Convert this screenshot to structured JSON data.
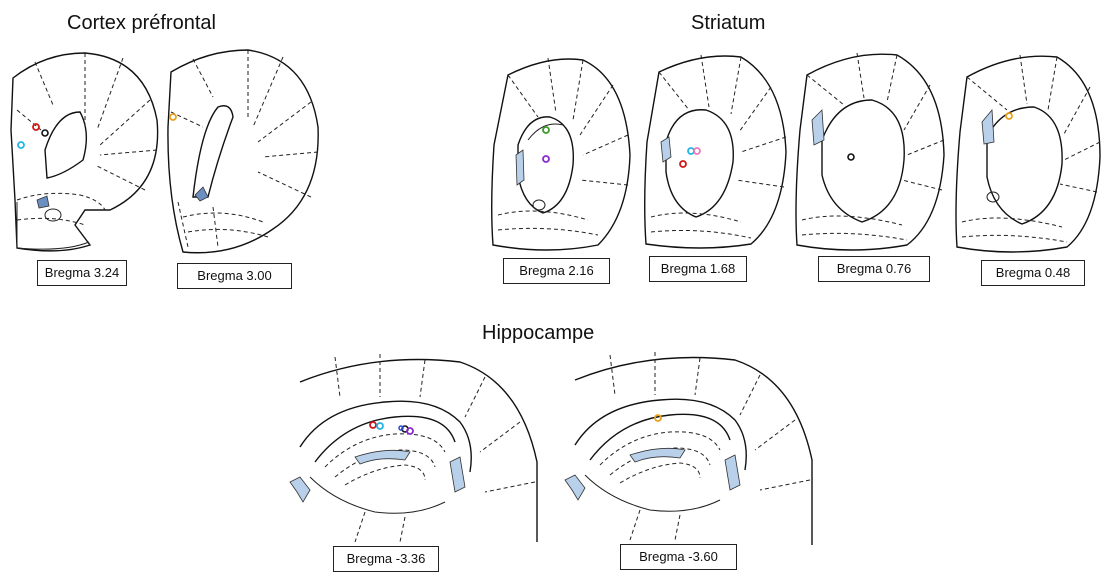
{
  "regions": {
    "prefrontal": {
      "title": "Cortex préfrontal"
    },
    "striatum": {
      "title": "Striatum"
    },
    "hippocampus": {
      "title": "Hippocampe"
    }
  },
  "bregma_labels": {
    "pfc_1": "Bregma 3.24",
    "pfc_2": "Bregma 3.00",
    "str_1": "Bregma 2.16",
    "str_2": "Bregma 1.68",
    "str_3": "Bregma 0.76",
    "str_4": "Bregma 0.48",
    "hip_1": "Bregma -3.36",
    "hip_2": "Bregma -3.60"
  },
  "colors": {
    "red": "#d01818",
    "cyan": "#22b5e8",
    "black": "#111111",
    "orange": "#e8a020",
    "green": "#3a9a2a",
    "purple": "#8a2ad0",
    "pink": "#e87ab8",
    "blue": "#2a4ad0",
    "ventricle": "#b8d0ea"
  }
}
